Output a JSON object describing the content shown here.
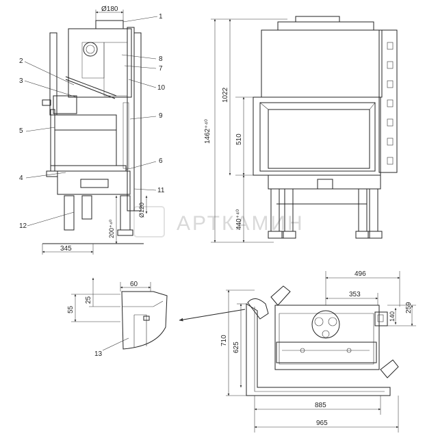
{
  "side_view": {
    "flue_diameter": "Ø180",
    "callouts": [
      "1",
      "2",
      "3",
      "4",
      "5",
      "6",
      "7",
      "8",
      "9",
      "10",
      "11",
      "12"
    ],
    "leg_height": "200⁺⁴⁰",
    "air_inlet_diameter": "Ø120",
    "depth": "345"
  },
  "front_view": {
    "total_height": "1462⁺⁴⁰",
    "body_height": "1022",
    "door_height": "510",
    "base_height": "440⁺⁴⁰"
  },
  "detail": {
    "callout": "13",
    "width": "60",
    "height_outer": "55",
    "height_inner": "25"
  },
  "plan_view": {
    "width_top": "496",
    "width_inner": "353",
    "offset_140": "140",
    "depth_259": "259",
    "depth_710": "710",
    "depth_625": "625",
    "width_885": "885",
    "width_965": "965"
  },
  "watermark": {
    "text": "АРТКАМИН"
  }
}
